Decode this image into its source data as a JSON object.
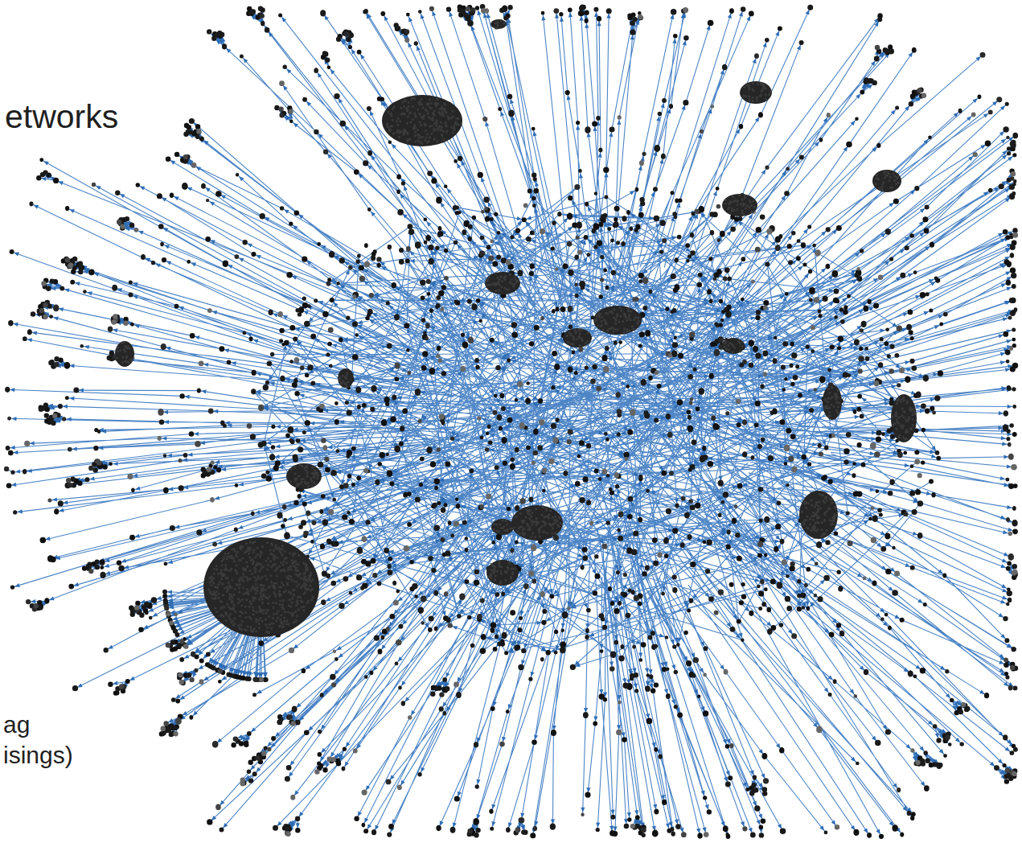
{
  "diagram": {
    "title": "etworks",
    "labels": [
      "ag",
      "isings)"
    ]
  }
}
